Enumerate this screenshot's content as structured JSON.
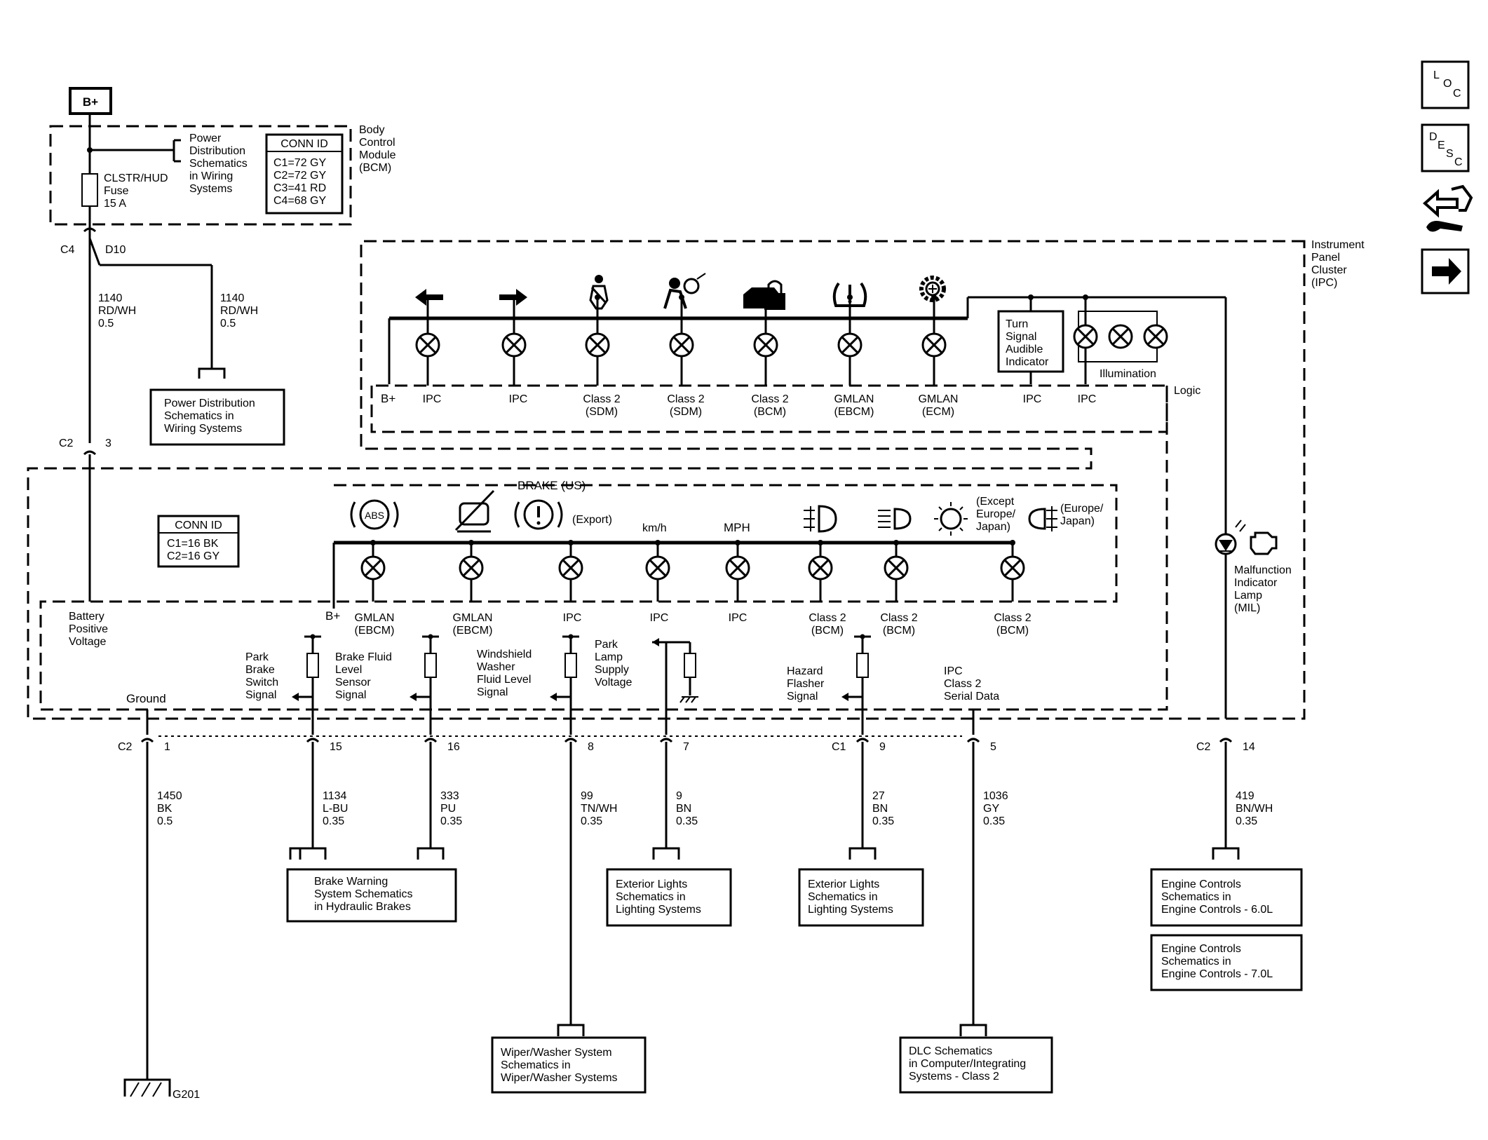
{
  "power": {
    "bplus_label": "B+"
  },
  "bcm": {
    "module_label": [
      "Body",
      "Control",
      "Module",
      "(BCM)"
    ],
    "power_dist_label": [
      "Power",
      "Distribution",
      "Schematics",
      "in Wiring",
      "Systems"
    ],
    "fuse_label": [
      "CLSTR/HUD",
      "Fuse",
      "15 A"
    ],
    "conn_id_title": "CONN ID",
    "conn_ids": [
      "C1=72 GY",
      "C2=72 GY",
      "C3=41 RD",
      "C4=68 GY"
    ]
  },
  "wires_top": {
    "c4_label": "C4",
    "d10_label": "D10",
    "left_wire": [
      "1140",
      "RD/WH",
      "0.5"
    ],
    "right_wire": [
      "1140",
      "RD/WH",
      "0.5"
    ],
    "pd_box": [
      "Power Distribution",
      "Schematics in",
      "Wiring Systems"
    ],
    "c2_label": "C2",
    "pin3_label": "3"
  },
  "ipc": {
    "cluster_label": [
      "Instrument",
      "Panel",
      "Cluster",
      "(IPC)"
    ],
    "conn_id_title": "CONN ID",
    "conn_ids": [
      "C1=16 BK",
      "C2=16 GY"
    ],
    "top_row_sources": [
      [
        "IPC"
      ],
      [
        "IPC"
      ],
      [
        "Class 2",
        "(SDM)"
      ],
      [
        "Class 2",
        "(SDM)"
      ],
      [
        "Class 2",
        "(BCM)"
      ],
      [
        "GMLAN",
        "(EBCM)"
      ],
      [
        "GMLAN",
        "(ECM)"
      ],
      [
        "IPC"
      ],
      [
        "IPC"
      ]
    ],
    "top_bplus": "B+",
    "turn_signal_box": [
      "Turn",
      "Signal",
      "Audible",
      "Indicator"
    ],
    "illumination_label": "Illumination",
    "logic_label": "Logic",
    "brake_label": "BRAKE  (US)",
    "export_label": "(Export)",
    "abs_label": "ABS",
    "kmh_label": "km/h",
    "mph_label": "MPH",
    "except_label": [
      "(Except",
      "Europe/",
      "Japan)"
    ],
    "europe_label": [
      "(Europe/",
      "Japan)"
    ],
    "bottom_bplus": "B+",
    "bottom_row_sources": [
      [
        "GMLAN",
        "(EBCM)"
      ],
      [
        "GMLAN",
        "(EBCM)"
      ],
      [
        "IPC"
      ],
      [
        "IPC"
      ],
      [
        "IPC"
      ],
      [
        "Class 2",
        "(BCM)"
      ],
      [
        "Class 2",
        "(BCM)"
      ],
      [
        "Class 2",
        "(BCM)"
      ]
    ],
    "battery_label": [
      "Battery",
      "Positive",
      "Voltage"
    ],
    "ground_label": "Ground",
    "park_brake_label": [
      "Park",
      "Brake",
      "Switch",
      "Signal"
    ],
    "brake_fluid_label": [
      "Brake Fluid",
      "Level",
      "Sensor",
      "Signal"
    ],
    "washer_label": [
      "Windshield",
      "Washer",
      "Fluid Level",
      "Signal"
    ],
    "park_lamp_label": [
      "Park",
      "Lamp",
      "Supply",
      "Voltage"
    ],
    "hazard_label": [
      "Hazard",
      "Flasher",
      "Signal"
    ],
    "serial_label": [
      "IPC",
      "Class 2",
      "Serial Data"
    ],
    "mil_label": [
      "Malfunction",
      "Indicator",
      "Lamp",
      "(MIL)"
    ]
  },
  "pins": {
    "c2_left": "C2",
    "c1_label": "C1",
    "c2_right": "C2",
    "numbers": [
      "1",
      "15",
      "16",
      "8",
      "7",
      "9",
      "5",
      "14"
    ]
  },
  "wires": [
    [
      "1450",
      "BK",
      "0.5"
    ],
    [
      "1134",
      "L-BU",
      "0.35"
    ],
    [
      "333",
      "PU",
      "0.35"
    ],
    [
      "99",
      "TN/WH",
      "0.35"
    ],
    [
      "9",
      "BN",
      "0.35"
    ],
    [
      "27",
      "BN",
      "0.35"
    ],
    [
      "1036",
      "GY",
      "0.35"
    ],
    [
      "419",
      "BN/WH",
      "0.35"
    ]
  ],
  "destinations": {
    "ground_label": "G201",
    "brake_warning": [
      "Brake Warning",
      "System Schematics",
      "in Hydraulic Brakes"
    ],
    "ext_lights_1": [
      "Exterior Lights",
      "Schematics in",
      "Lighting Systems"
    ],
    "ext_lights_2": [
      "Exterior Lights",
      "Schematics in",
      "Lighting Systems"
    ],
    "wiper": [
      "Wiper/Washer System",
      "Schematics in",
      "Wiper/Washer Systems"
    ],
    "dlc": [
      "DLC Schematics",
      "in Computer/Integrating",
      "Systems - Class 2"
    ],
    "engine_60": [
      "Engine Controls",
      "Schematics in",
      "Engine Controls - 6.0L"
    ],
    "engine_70": [
      "Engine Controls",
      "Schematics in",
      "Engine Controls - 7.0L"
    ]
  },
  "side_buttons": {
    "loc": [
      "L",
      "O",
      "C"
    ],
    "desc": [
      "D",
      "E",
      "S",
      "C"
    ],
    "icons": [
      "connector-pinout-icon",
      "next-arrow-icon"
    ]
  }
}
